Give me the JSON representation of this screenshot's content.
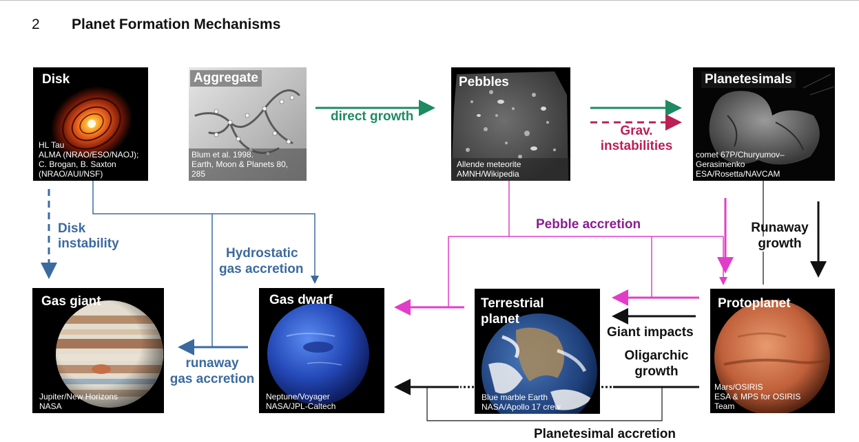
{
  "section": {
    "number": "2",
    "title": "Planet Formation Mechanisms"
  },
  "tiles": {
    "disk": {
      "label": "Disk",
      "caption": "HL Tau\nALMA (NRAO/ESO/NAOJ);\nC. Brogan, B. Saxton\n(NRAO/AUI/NSF)"
    },
    "aggregate": {
      "label": "Aggregate",
      "caption": "Blum et al. 1998.\nEarth, Moon & Planets 80,\n285"
    },
    "pebbles": {
      "label": "Pebbles",
      "caption": "Allende meteorite\nAMNH/Wikipedia"
    },
    "planetesimals": {
      "label": "Planetesimals",
      "caption": "comet 67P/Churyumov–\nGerasimenko\nESA/Rosetta/NAVCAM"
    },
    "gas_giant": {
      "label": "Gas giant",
      "caption": "Jupiter/New Horizons\nNASA"
    },
    "gas_dwarf": {
      "label": "Gas dwarf",
      "caption": "Neptune/Voyager\nNASA/JPL-Caltech"
    },
    "terrestrial": {
      "label_line1": "Terrestrial",
      "label_line2": "planet",
      "caption": "Blue marble Earth\nNASA/Apollo 17 crew"
    },
    "protoplanet": {
      "label": "Protoplanet",
      "caption": "Mars/OSIRIS\nESA & MPS for OSIRIS\nTeam"
    }
  },
  "labels": {
    "direct_growth": "direct growth",
    "grav_1": "Grav.",
    "grav_2": "instabilities",
    "disk_inst_1": "Disk",
    "disk_inst_2": "instability",
    "hydro_1": "Hydrostatic",
    "hydro_2": "gas accretion",
    "runaway_gas_1": "runaway",
    "runaway_gas_2": "gas accretion",
    "pebble_accretion": "Pebble accretion",
    "runaway_growth_1": "Runaway",
    "runaway_growth_2": "growth",
    "giant_impacts": "Giant impacts",
    "oligarchic_1": "Oligarchic",
    "oligarchic_2": "growth",
    "planetesimal_accretion": "Planetesimal accretion"
  },
  "colors": {
    "blue": "#3b6aa0",
    "green": "#1d8a62",
    "crimson": "#bb1f55",
    "magenta": "#e23dc8",
    "purple": "#8a1d8f",
    "black": "#111111"
  }
}
